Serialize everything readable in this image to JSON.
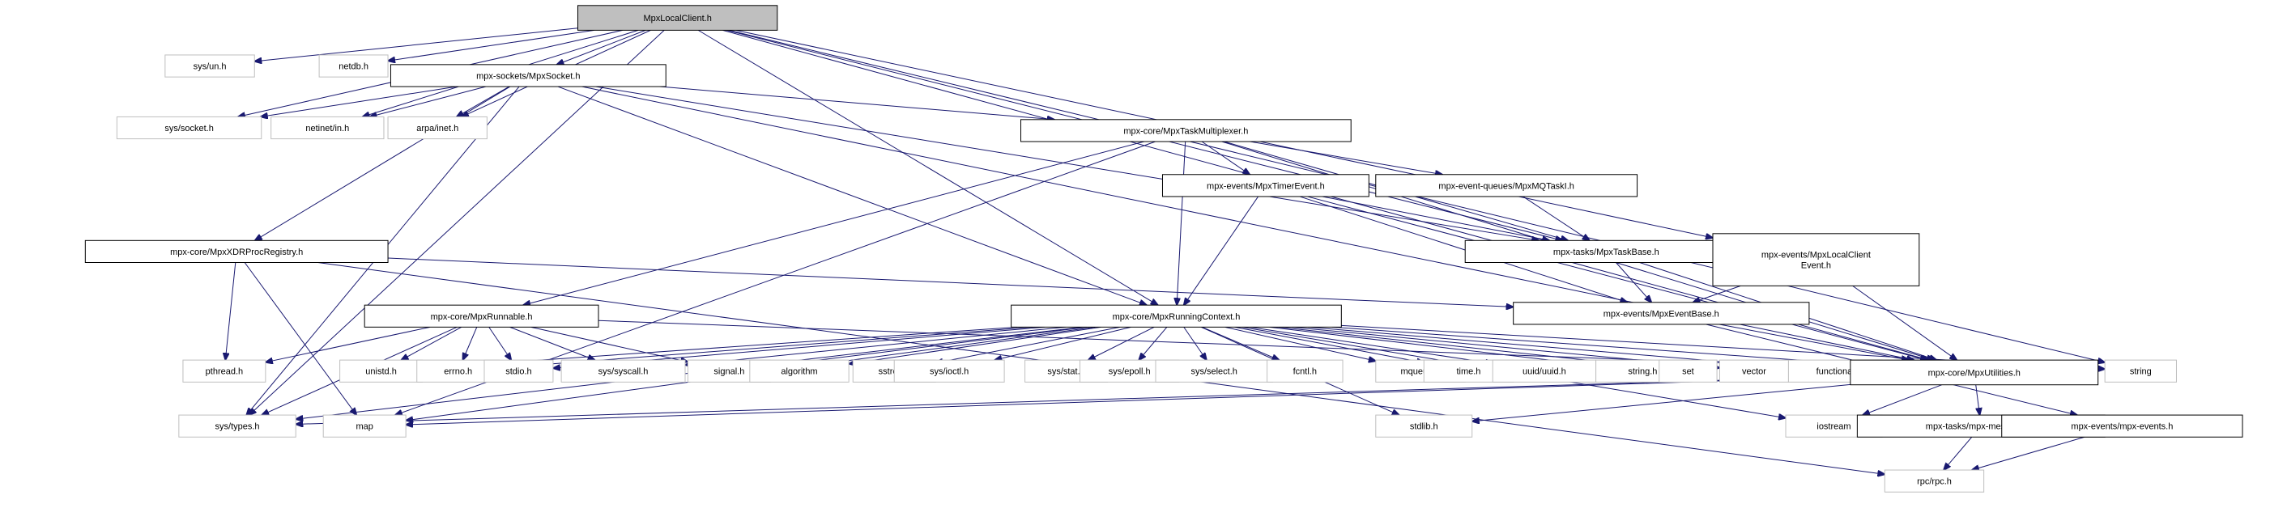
{
  "diagram": {
    "colors": {
      "edge": "#191970",
      "root_fill": "#bfbfbf",
      "internal_border": "#000000",
      "external_border": "#bfbfbf",
      "text": "#000000"
    },
    "nodes": [
      {
        "id": "root",
        "label": "MpxLocalClient.h",
        "kind": "root"
      },
      {
        "id": "sysun",
        "label": "sys/un.h",
        "kind": "external"
      },
      {
        "id": "netdb",
        "label": "netdb.h",
        "kind": "external"
      },
      {
        "id": "socket",
        "label": "mpx-sockets/MpxSocket.h",
        "kind": "internal"
      },
      {
        "id": "syssocket",
        "label": "sys/socket.h",
        "kind": "external"
      },
      {
        "id": "netinet",
        "label": "netinet/in.h",
        "kind": "external"
      },
      {
        "id": "arpa",
        "label": "arpa/inet.h",
        "kind": "external"
      },
      {
        "id": "taskmux",
        "label": "mpx-core/MpxTaskMultiplexer.h",
        "kind": "internal"
      },
      {
        "id": "timer",
        "label": "mpx-events/MpxTimerEvent.h",
        "kind": "internal"
      },
      {
        "id": "mqtask",
        "label": "mpx-event-queues/MpxMQTaskI.h",
        "kind": "internal"
      },
      {
        "id": "taskbase",
        "label": "mpx-tasks/MpxTaskBase.h",
        "kind": "internal"
      },
      {
        "id": "lce",
        "label": "mpx-events/MpxLocalClient\nEvent.h",
        "kind": "internal"
      },
      {
        "id": "xdr",
        "label": "mpx-core/MpxXDRProcRegistry.h",
        "kind": "internal"
      },
      {
        "id": "evbase",
        "label": "mpx-events/MpxEventBase.h",
        "kind": "internal"
      },
      {
        "id": "runnable",
        "label": "mpx-core/MpxRunnable.h",
        "kind": "internal"
      },
      {
        "id": "ctx",
        "label": "mpx-core/MpxRunningContext.h",
        "kind": "internal"
      },
      {
        "id": "pthread",
        "label": "pthread.h",
        "kind": "external"
      },
      {
        "id": "unistd",
        "label": "unistd.h",
        "kind": "external"
      },
      {
        "id": "errno",
        "label": "errno.h",
        "kind": "external"
      },
      {
        "id": "stdio",
        "label": "stdio.h",
        "kind": "external"
      },
      {
        "id": "syscall",
        "label": "sys/syscall.h",
        "kind": "external"
      },
      {
        "id": "signal",
        "label": "signal.h",
        "kind": "external"
      },
      {
        "id": "algorithm",
        "label": "algorithm",
        "kind": "external"
      },
      {
        "id": "sstream",
        "label": "sstream",
        "kind": "external"
      },
      {
        "id": "ioctl",
        "label": "sys/ioctl.h",
        "kind": "external"
      },
      {
        "id": "stat",
        "label": "sys/stat.h",
        "kind": "external"
      },
      {
        "id": "epoll",
        "label": "sys/epoll.h",
        "kind": "external"
      },
      {
        "id": "select",
        "label": "sys/select.h",
        "kind": "external"
      },
      {
        "id": "fcntl",
        "label": "fcntl.h",
        "kind": "external"
      },
      {
        "id": "mqueue",
        "label": "mqueue.h",
        "kind": "external"
      },
      {
        "id": "time",
        "label": "time.h",
        "kind": "external"
      },
      {
        "id": "uuid",
        "label": "uuid/uuid.h",
        "kind": "external"
      },
      {
        "id": "stringh",
        "label": "string.h",
        "kind": "external"
      },
      {
        "id": "set",
        "label": "set",
        "kind": "external"
      },
      {
        "id": "vector",
        "label": "vector",
        "kind": "external"
      },
      {
        "id": "functional",
        "label": "functional",
        "kind": "external"
      },
      {
        "id": "utilities",
        "label": "mpx-core/MpxUtilities.h",
        "kind": "internal"
      },
      {
        "id": "string",
        "label": "string",
        "kind": "external"
      },
      {
        "id": "systypes",
        "label": "sys/types.h",
        "kind": "external"
      },
      {
        "id": "map",
        "label": "map",
        "kind": "external"
      },
      {
        "id": "stdlib",
        "label": "stdlib.h",
        "kind": "external"
      },
      {
        "id": "iostream",
        "label": "iostream",
        "kind": "external"
      },
      {
        "id": "taskmsgs",
        "label": "mpx-tasks/mpx-messages.h",
        "kind": "internal"
      },
      {
        "id": "evevents",
        "label": "mpx-events/mpx-events.h",
        "kind": "internal"
      },
      {
        "id": "rpc",
        "label": "rpc/rpc.h",
        "kind": "external"
      }
    ],
    "edges": [
      [
        "root",
        "sysun"
      ],
      [
        "root",
        "netdb"
      ],
      [
        "root",
        "socket"
      ],
      [
        "root",
        "syssocket"
      ],
      [
        "root",
        "netinet"
      ],
      [
        "root",
        "arpa"
      ],
      [
        "root",
        "taskbase"
      ],
      [
        "root",
        "utilities"
      ],
      [
        "root",
        "lce"
      ],
      [
        "root",
        "string"
      ],
      [
        "root",
        "systypes"
      ],
      [
        "root",
        "ctx"
      ],
      [
        "socket",
        "syssocket"
      ],
      [
        "socket",
        "netinet"
      ],
      [
        "socket",
        "arpa"
      ],
      [
        "socket",
        "taskmux"
      ],
      [
        "socket",
        "xdr"
      ],
      [
        "socket",
        "ctx"
      ],
      [
        "socket",
        "systypes"
      ],
      [
        "socket",
        "taskbase"
      ],
      [
        "socket",
        "utilities"
      ],
      [
        "taskmux",
        "timer"
      ],
      [
        "taskmux",
        "mqtask"
      ],
      [
        "taskmux",
        "taskbase"
      ],
      [
        "taskmux",
        "runnable"
      ],
      [
        "taskmux",
        "ctx"
      ],
      [
        "taskmux",
        "map"
      ],
      [
        "taskmux",
        "utilities"
      ],
      [
        "timer",
        "taskbase"
      ],
      [
        "timer",
        "evbase"
      ],
      [
        "timer",
        "ctx"
      ],
      [
        "timer",
        "utilities"
      ],
      [
        "mqtask",
        "taskbase"
      ],
      [
        "taskbase",
        "evbase"
      ],
      [
        "taskbase",
        "utilities"
      ],
      [
        "lce",
        "evbase"
      ],
      [
        "lce",
        "utilities"
      ],
      [
        "xdr",
        "evbase"
      ],
      [
        "xdr",
        "pthread"
      ],
      [
        "xdr",
        "map"
      ],
      [
        "xdr",
        "rpc"
      ],
      [
        "evbase",
        "utilities"
      ],
      [
        "evbase",
        "evevents"
      ],
      [
        "runnable",
        "pthread"
      ],
      [
        "runnable",
        "unistd"
      ],
      [
        "runnable",
        "errno"
      ],
      [
        "runnable",
        "stdio"
      ],
      [
        "runnable",
        "syscall"
      ],
      [
        "runnable",
        "signal"
      ],
      [
        "runnable",
        "systypes"
      ],
      [
        "runnable",
        "utilities"
      ],
      [
        "ctx",
        "unistd"
      ],
      [
        "ctx",
        "errno"
      ],
      [
        "ctx",
        "stdio"
      ],
      [
        "ctx",
        "syscall"
      ],
      [
        "ctx",
        "signal"
      ],
      [
        "ctx",
        "algorithm"
      ],
      [
        "ctx",
        "sstream"
      ],
      [
        "ctx",
        "ioctl"
      ],
      [
        "ctx",
        "stat"
      ],
      [
        "ctx",
        "epoll"
      ],
      [
        "ctx",
        "select"
      ],
      [
        "ctx",
        "fcntl"
      ],
      [
        "ctx",
        "mqueue"
      ],
      [
        "ctx",
        "time"
      ],
      [
        "ctx",
        "uuid"
      ],
      [
        "ctx",
        "stringh"
      ],
      [
        "ctx",
        "set"
      ],
      [
        "ctx",
        "vector"
      ],
      [
        "ctx",
        "functional"
      ],
      [
        "ctx",
        "utilities"
      ],
      [
        "ctx",
        "string"
      ],
      [
        "ctx",
        "systypes"
      ],
      [
        "ctx",
        "map"
      ],
      [
        "ctx",
        "stdlib"
      ],
      [
        "ctx",
        "iostream"
      ],
      [
        "utilities",
        "systypes"
      ],
      [
        "utilities",
        "map"
      ],
      [
        "utilities",
        "stdlib"
      ],
      [
        "utilities",
        "iostream"
      ],
      [
        "utilities",
        "taskmsgs"
      ],
      [
        "taskmsgs",
        "rpc"
      ],
      [
        "evevents",
        "rpc"
      ]
    ]
  }
}
